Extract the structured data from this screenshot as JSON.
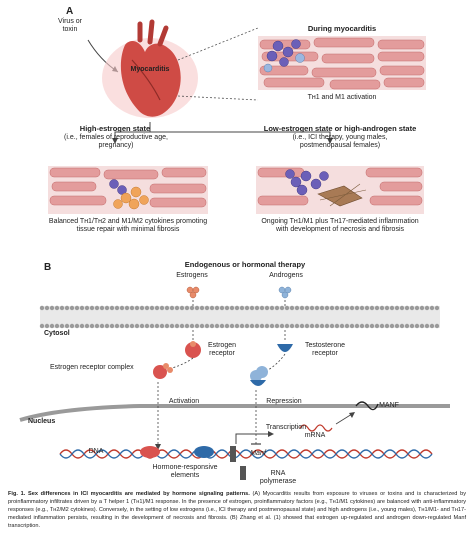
{
  "panel_a": {
    "letter": "A",
    "trigger": "Virus or toxin",
    "heart_label": "Myocarditis",
    "during_title": "During myocarditis",
    "during_caption": "Tʜ1 and M1 activation",
    "high_estrogen_title": "High-estrogen state",
    "high_estrogen_sub": "(i.e., females of reproductive age, pregnancy)",
    "low_estrogen_title": "Low-estrogen state or high-androgen state",
    "low_estrogen_sub": "(i.e., ICI therapy, young males, postmenopausal females)",
    "high_estrogen_outcome": "Balanced Tʜ1/Tʜ2 and M1/M2 cytokines promoting tissue repair with minimal fibrosis",
    "low_estrogen_outcome": "Ongoing Tʜ1/M1 plus Tʜ17-mediated inflammation with development of necrosis and fibrosis"
  },
  "panel_b": {
    "letter": "B",
    "title": "Endogenous or hormonal therapy",
    "estrogens": "Estrogens",
    "androgens": "Androgens",
    "cytosol": "Cytosol",
    "estrogen_receptor": "Estrogen receptor",
    "testosterone_receptor": "Testosterone receptor",
    "er_complex": "Estrogen receptor complex",
    "activation": "Activation",
    "repression": "Repression",
    "nucleus": "Nucleus",
    "transcription": "Transcription",
    "mrna": "mRNA",
    "manf_protein": "MANF",
    "dna": "DNA",
    "manf_gene": "Manf",
    "hre": "Hormone-responsive elements",
    "rna_pol": "RNA polymerase"
  },
  "caption": {
    "lead": "Fig. 1. Sex differences in ICI myocarditis are mediated by hormone signaling patterns.",
    "body": " (A) Myocarditis results from exposure to viruses or toxins and is characterized by proinflammatory infiltrates driven by a T helper 1 (Tʜ1)/M1 response. In the presence of estrogen, proinflammatory factors (e.g., Tʜ1/M1 cytokines) are balanced with anti-inflammatory responses (e.g., Tʜ2/M2 cytokines). Conversely, in the setting of low estrogens (i.e., ICI therapy and postmenopausal state) and high androgens (i.e., young males), Tʜ1/M1- and Tʜ17-mediated inflammation persists, resulting in the development of necrosis and fibrosis. (B) Zhang et al. (1) showed that estrogen up-regulated and androgen down-regulated Manf transcription."
  },
  "colors": {
    "heart": "#d9534f",
    "muscle": "#e8a0a0",
    "membrane": "#9a9a9a",
    "estrogen": "#e88b6a",
    "androgen": "#8fb3d9",
    "dna_red": "#c0392b",
    "dna_blue": "#2e6aa8"
  }
}
